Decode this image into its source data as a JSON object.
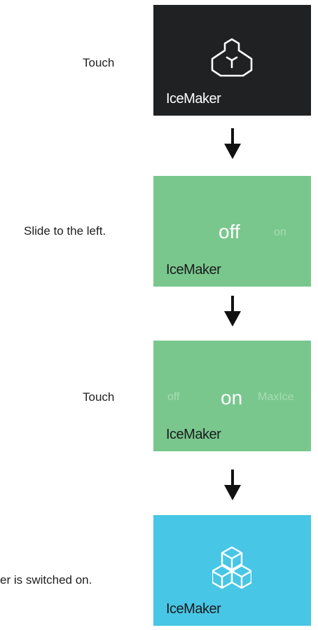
{
  "steps": [
    {
      "instruction": "Touch",
      "panel": {
        "label": "IceMaker",
        "icon": "ice-tray-icon",
        "bg": "#1f2122"
      }
    },
    {
      "instruction": "Slide to the left.",
      "panel": {
        "label": "IceMaker",
        "bg": "#79c78d",
        "options": {
          "selected": "off",
          "next": "on"
        }
      }
    },
    {
      "instruction": "Touch",
      "panel": {
        "label": "IceMaker",
        "bg": "#79c78d",
        "options": {
          "prev": "off",
          "selected": "on",
          "next": "MaxIce"
        }
      }
    },
    {
      "instruction": "er is switched on.",
      "panel": {
        "label": "IceMaker",
        "icon": "ice-cubes-icon",
        "bg": "#48c6e5"
      }
    }
  ],
  "colors": {
    "arrow": "#111111",
    "text": "#1e1e1e"
  }
}
